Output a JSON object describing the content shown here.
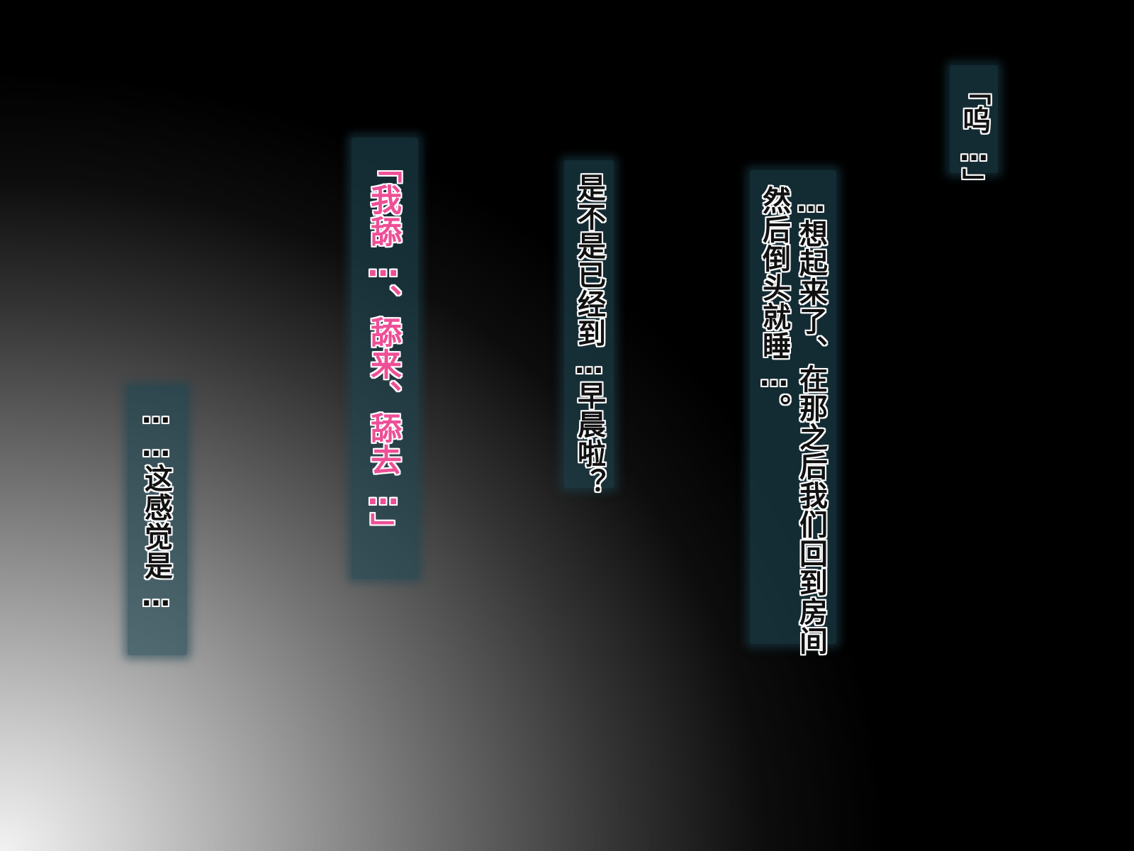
{
  "lines": {
    "l1": "「呜…」",
    "l2a": "…想起来了、在那之后我们回到房间",
    "l2b": "然后倒头就睡…。",
    "l3": "是不是已经到…早晨啦？",
    "l4": "「我舔…、舔来、舔去…」",
    "l5": "……这感觉是…"
  },
  "colors": {
    "bubble": "#1e4652",
    "pink_text": "#ee4f96",
    "white_text": "#ffffff"
  }
}
